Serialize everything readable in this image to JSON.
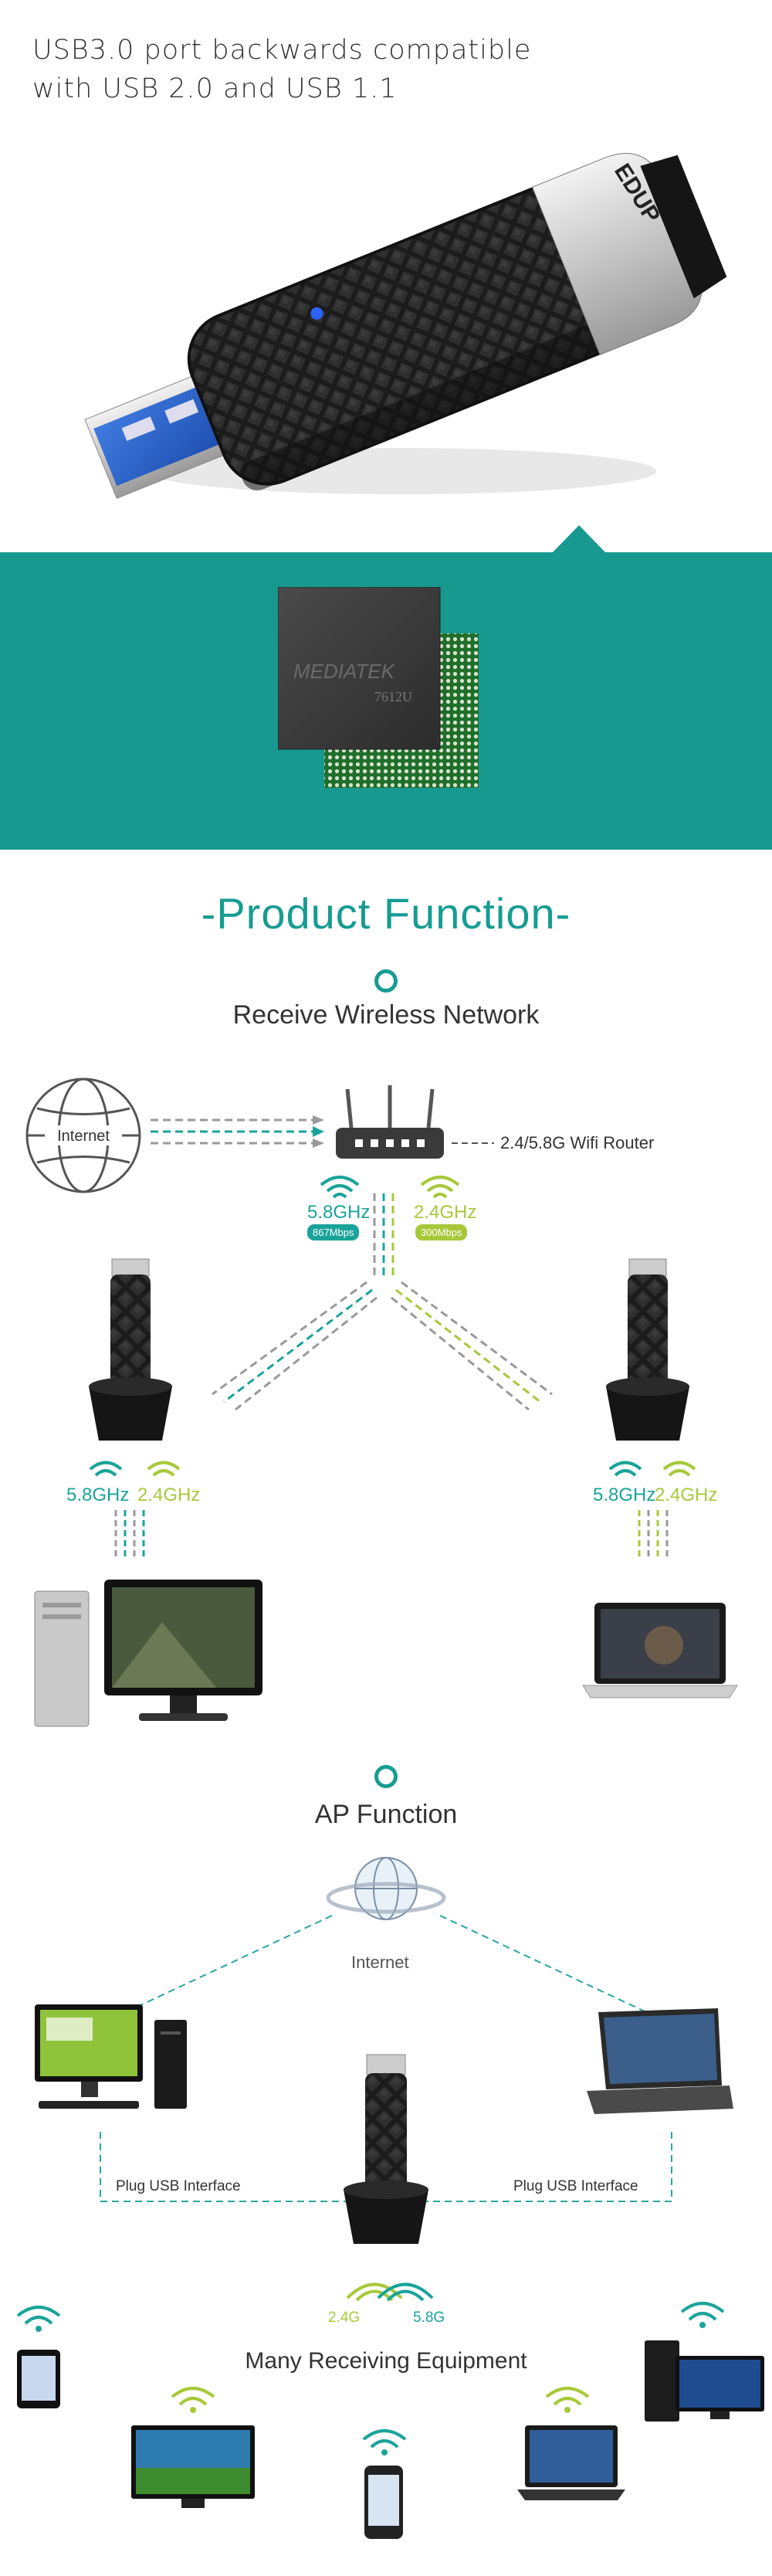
{
  "hero": {
    "caption_line1": "USB3.0 port backwards compatible",
    "caption_line2": "with USB 2.0 and USB 1.1",
    "brand_logo": "EDUP"
  },
  "chip": {
    "brand": "MEDIATEK",
    "model": "7612U"
  },
  "product_function": {
    "title": "-Product Function-"
  },
  "receive_section": {
    "title": "Receive Wireless Network",
    "internet_label": "Internet",
    "router_label": "2.4/5.8G  Wifi Router",
    "band_58": "5.8GHz",
    "band_24": "2.4GHz",
    "speed_58": "867Mbps",
    "speed_24": "300Mbps",
    "left_58": "5.8GHz",
    "left_24": "2.4GHz",
    "right_58": "5.8GHz",
    "right_24": "2.4GHz"
  },
  "ap_section": {
    "title": "AP Function",
    "internet_label": "Internet",
    "plug_left": "Plug USB Interface",
    "plug_right": "Plug USB Interface",
    "band_24": "2.4G",
    "band_58": "5.8G",
    "equipment_label": "Many Receiving Equipment"
  },
  "colors": {
    "teal": "#1aa39a",
    "lime": "#a8c83a",
    "band": "#17998f"
  }
}
